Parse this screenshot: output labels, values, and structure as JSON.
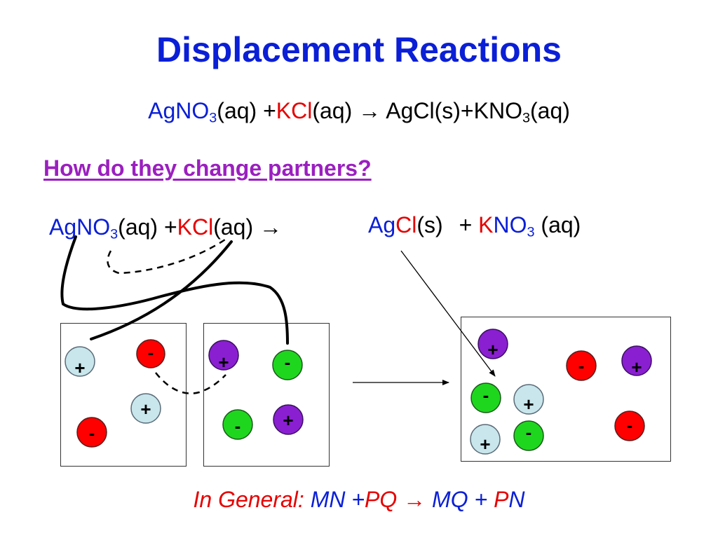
{
  "title": "Displacement Reactions",
  "equation": {
    "r1": "AgNO",
    "r1_sub": "3",
    "r1_state": "(aq) +",
    "r2": "KCl",
    "r2_state": "(aq)",
    "arrow": "→",
    "products": "AgCl(s)+KNO",
    "p_sub": "3",
    "p_state": "(aq)"
  },
  "question": "How do they change partners?",
  "equation2": {
    "r1": "AgNO",
    "r1_sub": "3",
    "r1_state": "(aq) +",
    "k": "K",
    "cl": "Cl",
    "r2_state": "(aq)",
    "arrow": "→",
    "p1_ag": "Ag",
    "p1_cl": "Cl",
    "p1_state": "(s)",
    "plus": "+",
    "p2_k": "K",
    "p2_no": "NO",
    "p2_sub": "3",
    "p2_state": "(aq)"
  },
  "general": {
    "label": "In General:",
    "mn": "MN +",
    "pq": "PQ",
    "arrow": "→",
    "mq": "MQ +",
    "p": "P",
    "n": "N"
  },
  "ion_signs": {
    "plus": "+",
    "minus": "-"
  },
  "colors": {
    "title_blue": "#0a1fd6",
    "reactant_red": "#e60000",
    "question_purple": "#9b1fc0",
    "silver_ion": "#c8e6ec",
    "chloride_ion": "#ff0000",
    "potassium_ion": "#8a1fd1",
    "nitrate_ion": "#1fd61f"
  }
}
